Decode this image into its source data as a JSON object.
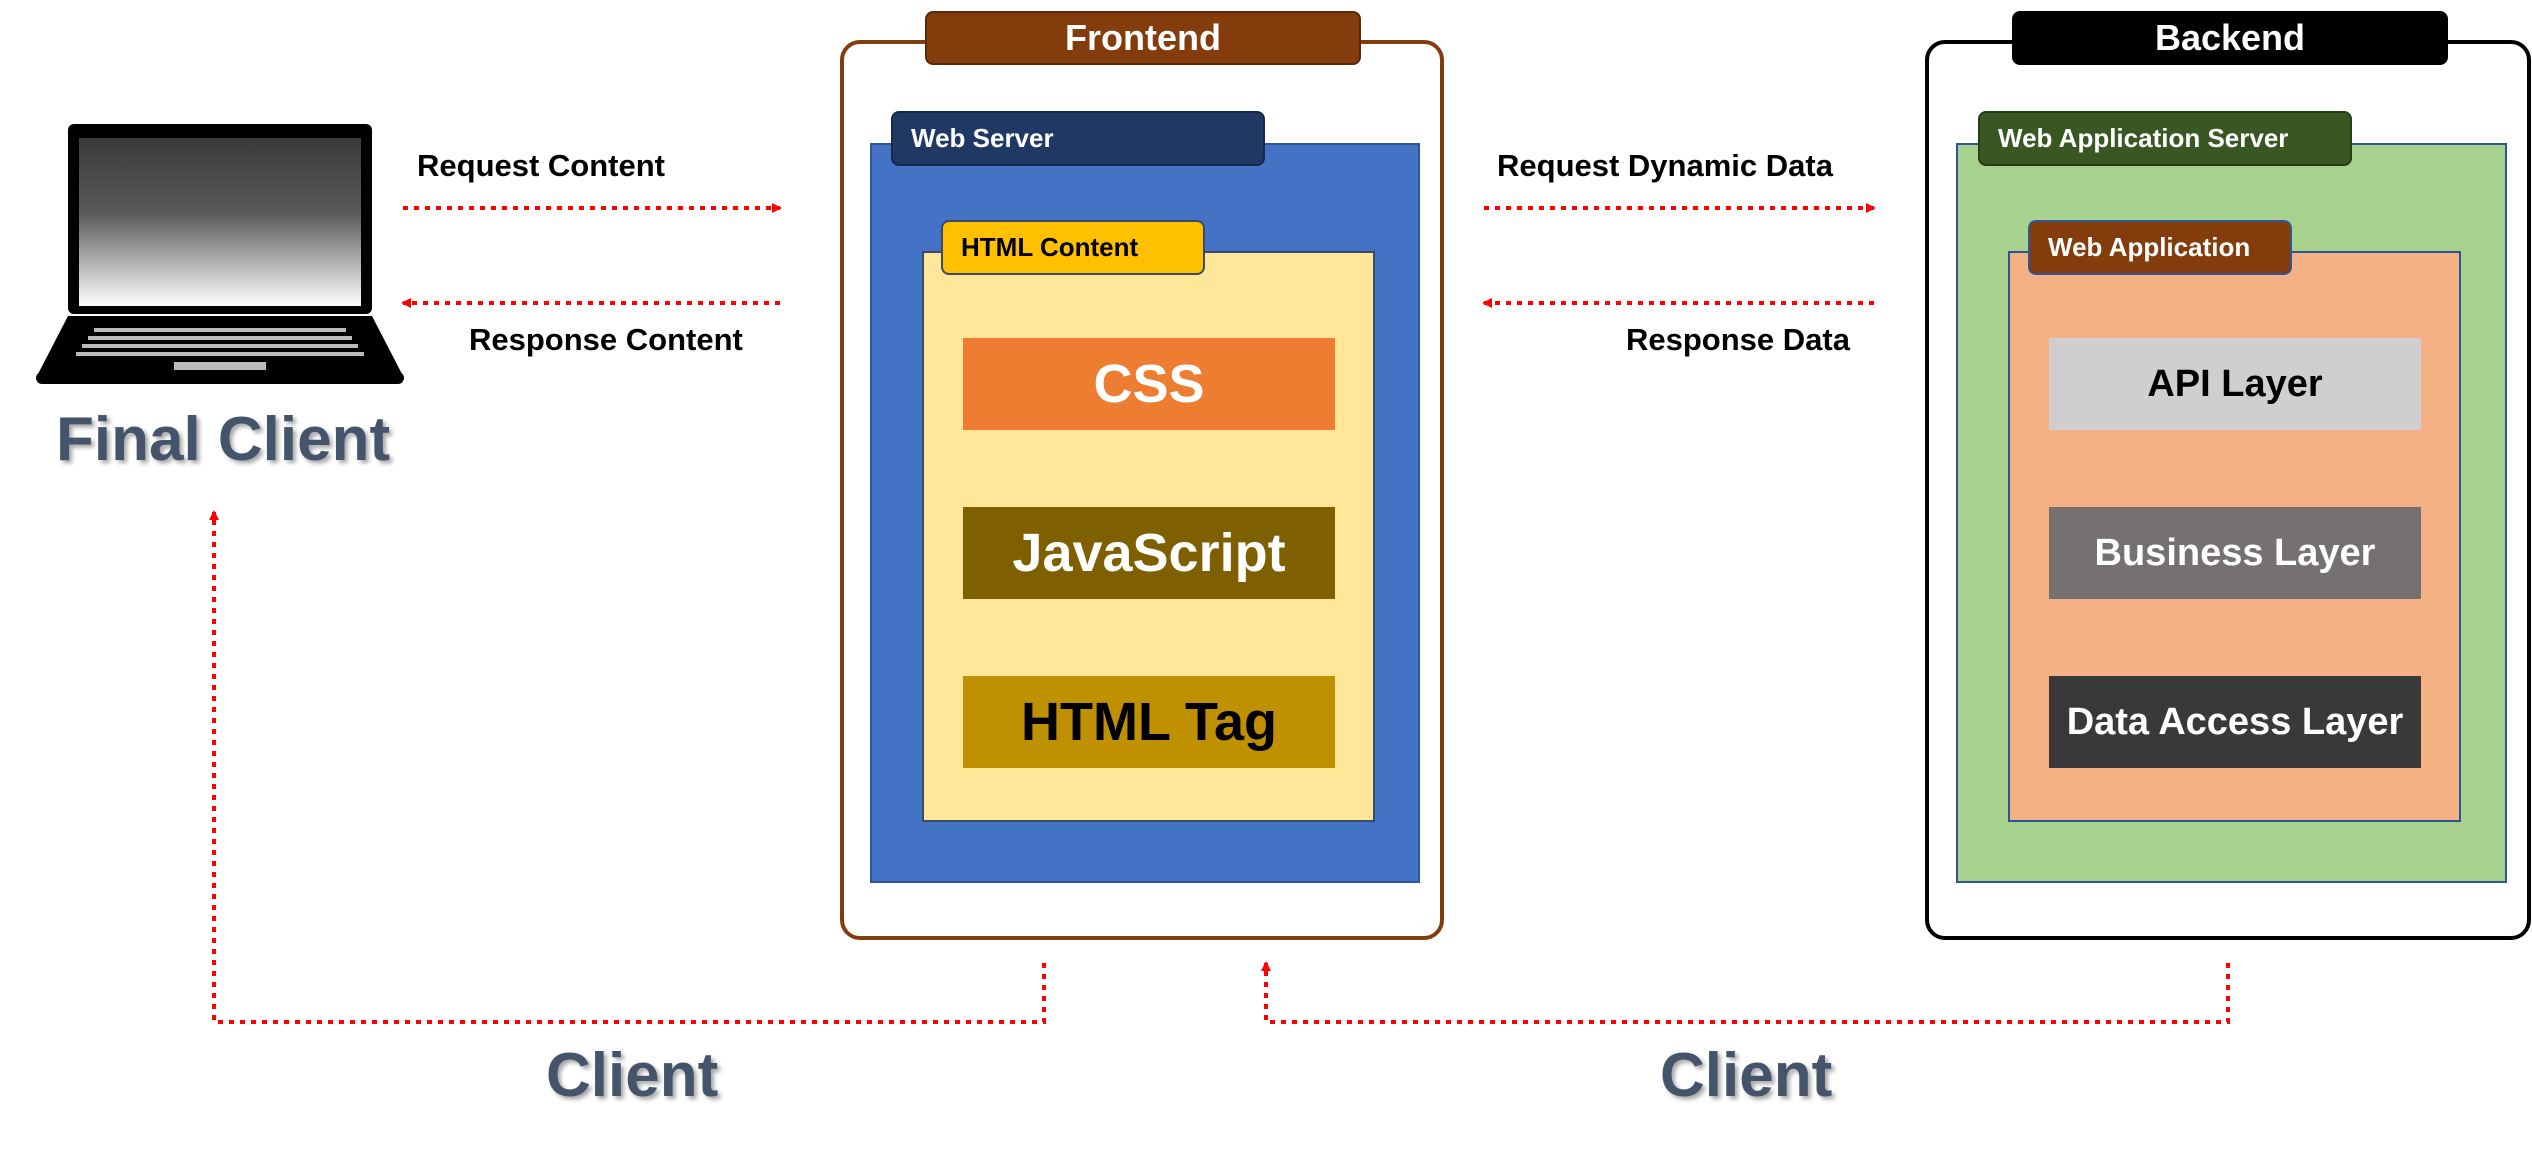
{
  "client": {
    "title": "Final Client",
    "request_label": "Request Content",
    "response_label": "Response Content",
    "icon": "laptop-icon"
  },
  "frontend": {
    "title": "Frontend",
    "web_server": "Web Server",
    "html_content": "HTML Content",
    "layers": [
      "CSS",
      "JavaScript",
      "HTML Tag"
    ]
  },
  "backend": {
    "title": "Backend",
    "app_server": "Web Application Server",
    "application": "Web Application",
    "layers": [
      "API Layer",
      "Business Layer",
      "Data Access Layer"
    ],
    "request_label": "Request Dynamic Data",
    "response_label": "Response Data"
  },
  "bottom_labels": [
    "Client",
    "Client"
  ],
  "colors": {
    "arrow": "#ff0000",
    "frontend_tab": "#843c0c",
    "frontend_border": "#843c0c",
    "backend_tab": "#000000",
    "web_server_fill": "#4472c4",
    "web_server_tab": "#1f3864",
    "html_content_fill": "#ffe699",
    "html_content_tab": "#ffc000",
    "css": "#ed7d31",
    "javascript": "#7f6000",
    "html_tag": "#bf9000",
    "app_server_fill": "#a9d18e",
    "app_server_tab": "#385723",
    "application_fill": "#f4b183",
    "application_tab": "#843c0c",
    "api_layer": "#d0cece",
    "business_layer": "#767171",
    "data_access_layer": "#3a3838",
    "big_label": "#44546a"
  }
}
